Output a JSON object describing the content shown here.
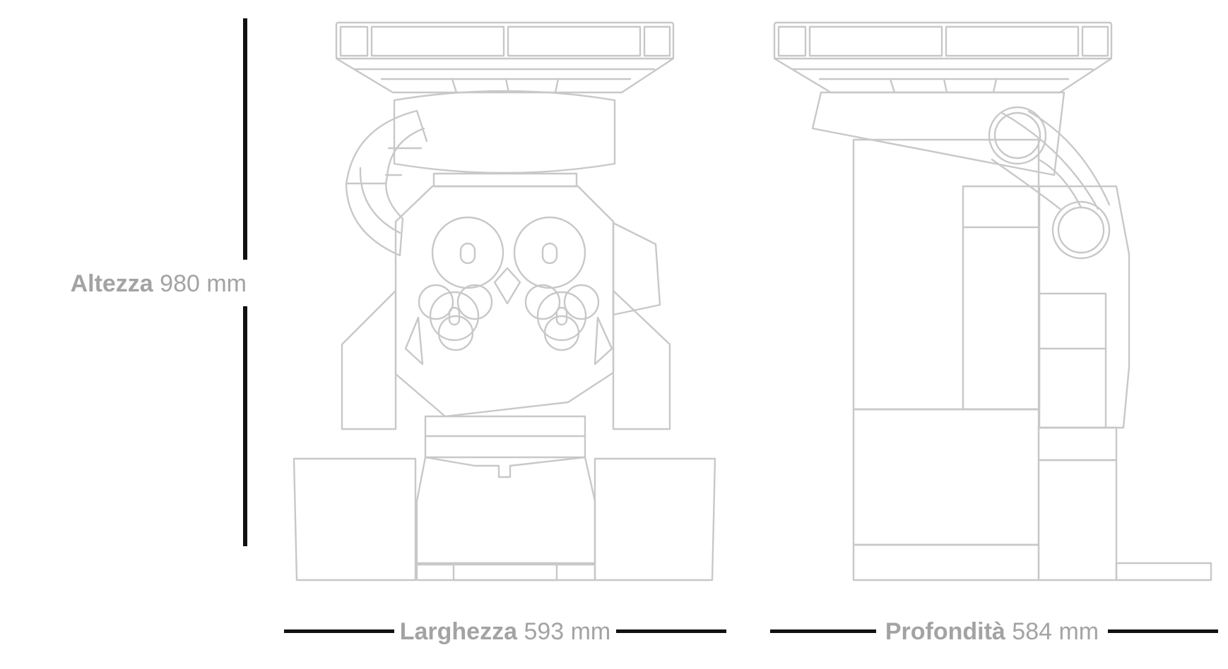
{
  "dimensions": {
    "height": {
      "label": "Altezza",
      "value": "980 mm"
    },
    "width": {
      "label": "Larghezza",
      "value": "593 mm"
    },
    "depth": {
      "label": "Profondità",
      "value": "584 mm"
    }
  },
  "colors": {
    "outline": "#c8c8c8",
    "dimension_bar": "#111111",
    "label_text": "#a3a3a3",
    "background": "#ffffff"
  }
}
